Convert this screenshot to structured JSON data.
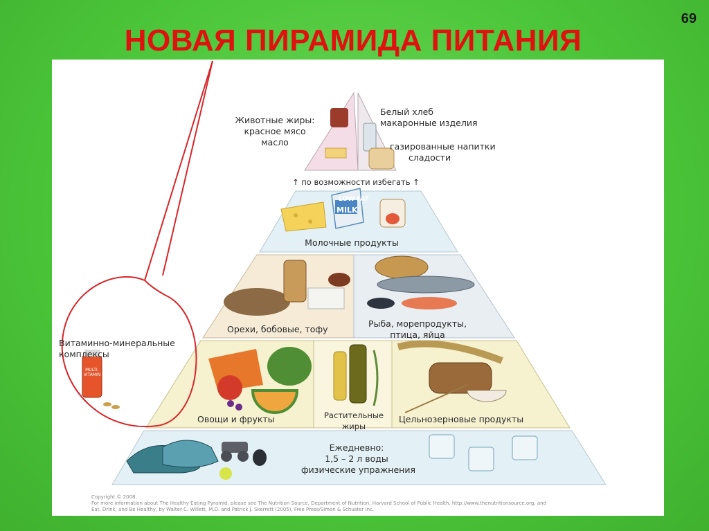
{
  "slide": {
    "number": "69",
    "title": "НОВАЯ ПИРАМИДА ПИТАНИЯ"
  },
  "pyramid": {
    "top_left": [
      "Животные жиры:",
      "красное мясо",
      "масло"
    ],
    "top_right": [
      "Белый хлеб",
      "макаронные изделия",
      "газированные напитки",
      "сладости"
    ],
    "avoid": "↑ по возможности избегать ↑",
    "dairy": "Молочные продукты",
    "nuts": "Орехи, бобовые, тофу",
    "fish": [
      "Рыба, морепродукты,",
      "птица, яйца"
    ],
    "veg": "Овощи и фрукты",
    "oils": [
      "Растительные",
      "жиры"
    ],
    "grains": "Цельнозерновые продукты",
    "daily": [
      "Ежедневно:",
      "1,5 – 2 л воды",
      "физические упражнения"
    ],
    "vitamins": [
      "Витаминно-минеральные",
      "комплексы"
    ],
    "milk_carton": "MILK",
    "low_fat": "LOW FAT",
    "multivitamin": "MULTI-VITAMIN"
  },
  "footer": [
    "Copyright © 2008.",
    "For more information about The Healthy Eating Pyramid, please see The Nutrition Source, Department of Nutrition, Harvard School of Public Health, http://www.thenutritionsource.org, and",
    "Eat, Drink, and Be Healthy, by Walter C. Willett, M.D. and Patrick J. Skerrett (2005), Free Press/Simon & Schuster Inc."
  ],
  "colors": {
    "title": "#e0120f",
    "background": "#4cc63a",
    "callout": "#d8262a"
  }
}
